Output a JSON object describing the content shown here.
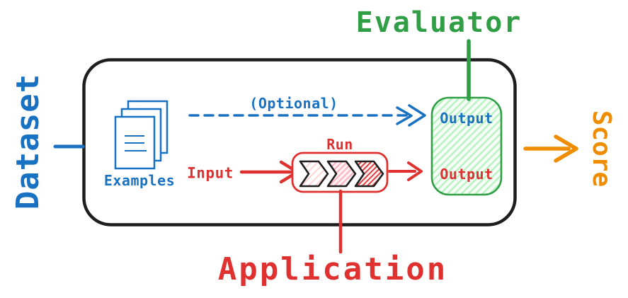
{
  "colors": {
    "blue": "#1971c2",
    "red": "#e03131",
    "green": "#2f9e44",
    "orange": "#f08c00",
    "ink": "#1e1e1e",
    "green-hatch": "#b2f2bb",
    "red-hatch-1": "#ffd6d6",
    "red-hatch-2": "#ffaebc",
    "red-hatch-3": "#e04040"
  },
  "labels": {
    "dataset": "Dataset",
    "evaluator": "Evaluator",
    "score": "Score",
    "application": "Application",
    "examples": "Examples",
    "optional": "(Optional)",
    "input": "Input",
    "run": "Run",
    "output_reference": "Output",
    "output_actual": "Output"
  },
  "icons": [
    "documents-icon",
    "chevron-pipeline-icon",
    "dashed-arrow-icon",
    "input-arrow-icon",
    "run-output-arrow-icon",
    "score-arrow-icon"
  ]
}
